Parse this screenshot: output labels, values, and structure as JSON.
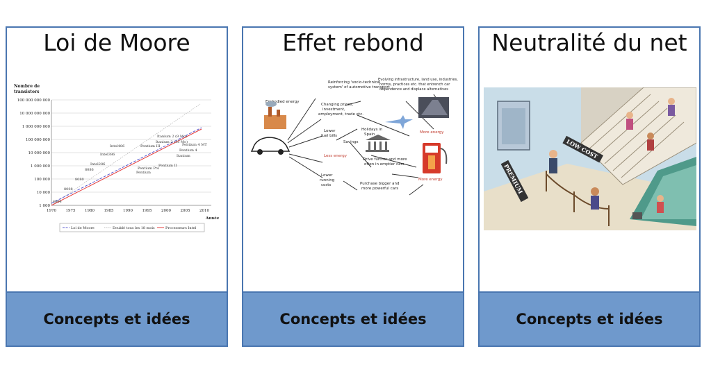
{
  "cards": [
    {
      "title": "Loi de Moore",
      "footer": "Concepts et idées",
      "chart": {
        "ylabel_line1": "Nombre de",
        "ylabel_line2": "transistors",
        "xlabel": "Année",
        "yticks": [
          "100 000 000 000",
          "10 000 000 000",
          "1 000 000 000",
          "100 000 000",
          "10 000 000",
          "1 000 000",
          "100 000",
          "10 000",
          "1 000"
        ],
        "xticks": [
          "1970",
          "1975",
          "1980",
          "1985",
          "1990",
          "1995",
          "2000",
          "2005",
          "2010"
        ],
        "legend": [
          "Loi de Moore",
          "Doublé tous les 18 mois",
          "Processeurs Intel"
        ],
        "processors": [
          "4004",
          "8008",
          "8080",
          "8086",
          "Intel286",
          "Intel386",
          "Intel486",
          "Pentium",
          "Pentium Pro",
          "Pentium II",
          "Pentium III",
          "Pentium 4",
          "Itanium",
          "Itanium 2 (15 Mo)",
          "Itanium 2 (9 Mo)",
          "Pentium 4 MT"
        ]
      }
    },
    {
      "title": "Effet rebond",
      "footer": "Concepts et idées",
      "diagram": {
        "reinforcing": "Reinforcing 'socio-technical system' of automotive transport",
        "evolving": "Evolving infrastructure, land use, industries, norms, practices etc. that entrench car dependence and displace alternatives",
        "embodied": "Embodied energy",
        "changing": "Changing prices, investment, employment, trade etc.",
        "holidays": "Holidays in Spain",
        "fuel": "Lower fuel bills",
        "savings": "Savings",
        "less_energy": "Less energy",
        "drive": "Drive further and more often in emptier cars",
        "running": "Lower running costs",
        "purchase": "Purchase bigger and more powerful cars",
        "more_energy": "More energy"
      }
    },
    {
      "title": "Neutralité du net",
      "footer": "Concepts et idées",
      "illustration": {
        "sign_premium": "PREMIUM",
        "sign_lowcost": "LOW COST"
      }
    }
  ]
}
